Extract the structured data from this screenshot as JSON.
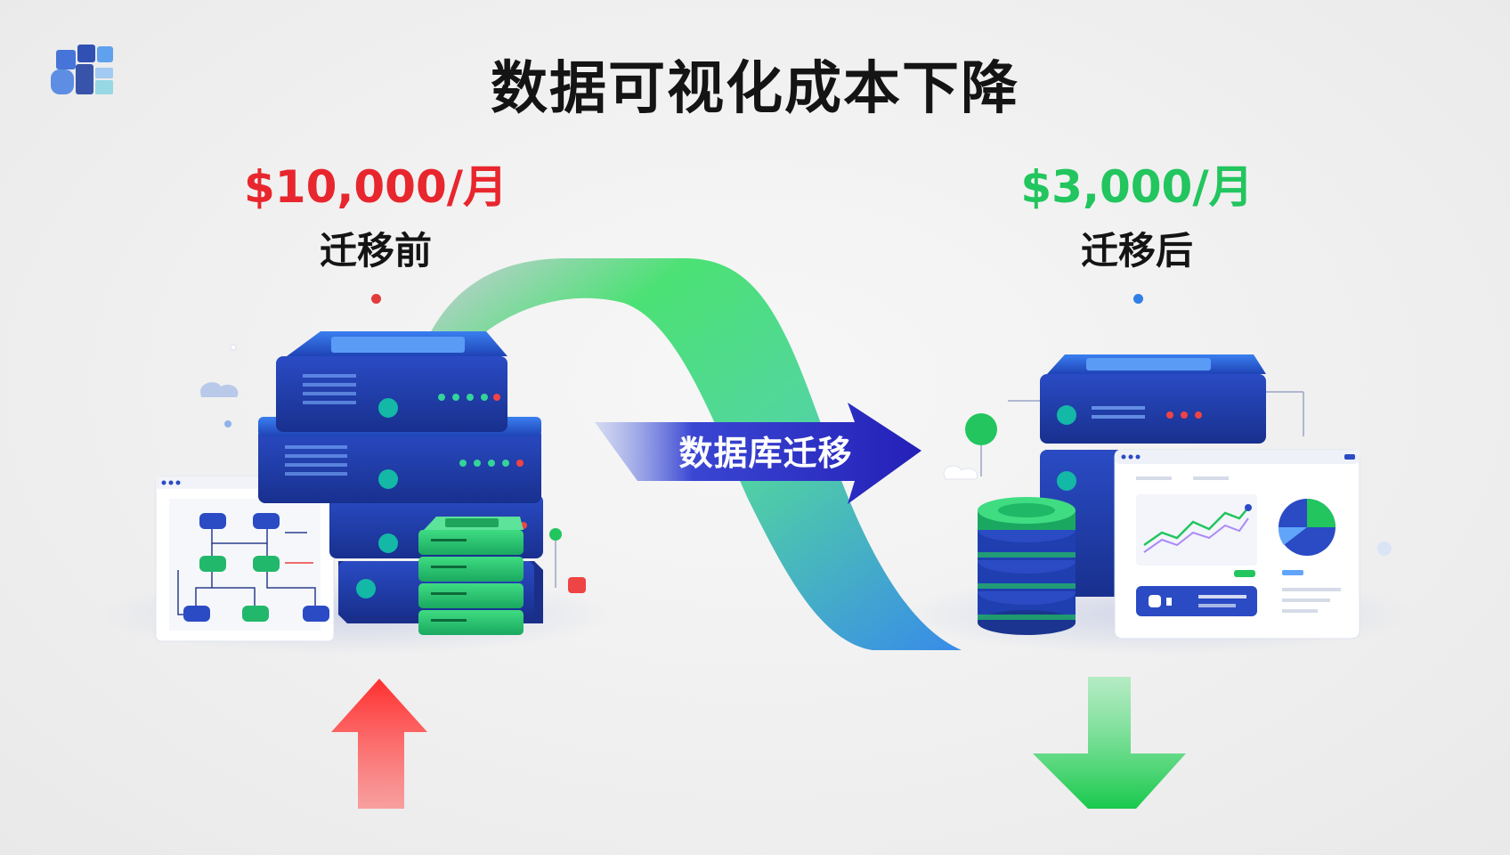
{
  "title": "数据可视化成本下降",
  "before": {
    "price": "$10,000/月",
    "label": "迁移前"
  },
  "after": {
    "price": "$3,000/月",
    "label": "迁移后"
  },
  "migration": {
    "label": "数据库迁移"
  },
  "colors": {
    "before_red": "#e8262d",
    "after_green": "#22c55e",
    "before_dot": "#e23b3b",
    "after_dot": "#2f7fe6",
    "server_blue": "#2a4fc8",
    "arrow_blue": "#2d2fc0",
    "ribbon_green": "#43e06e"
  },
  "icons": {
    "logo": "brand-logo-icon",
    "cost_up": "arrow-up-icon",
    "cost_down": "arrow-down-icon"
  }
}
